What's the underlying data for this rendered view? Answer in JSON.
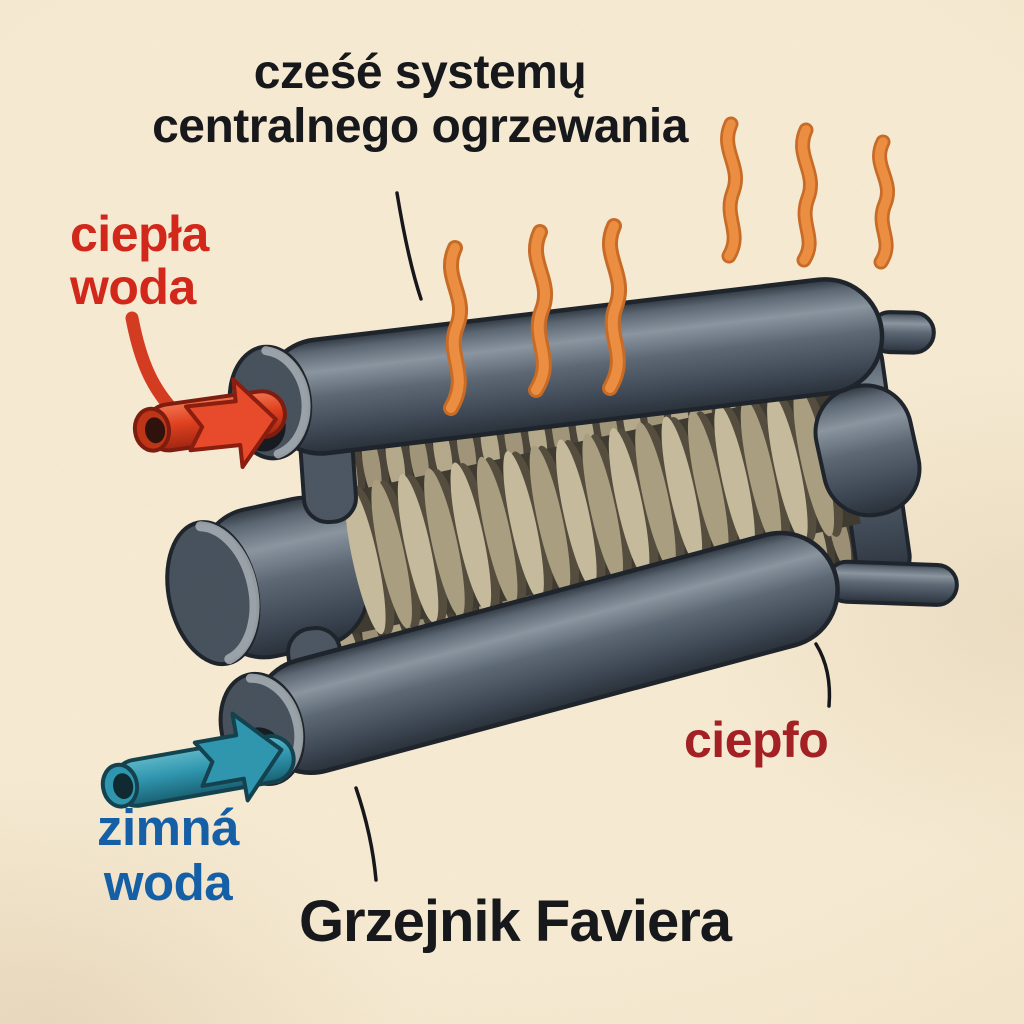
{
  "heading": {
    "line1": "cześé systemų",
    "line2": "centralnego ogrzewania"
  },
  "labels": {
    "hot_water": {
      "line1": "ciepła",
      "line2": "woda"
    },
    "cold_water": {
      "line1": "zimná",
      "line2": "woda"
    },
    "heat": {
      "text": "ciepfo"
    }
  },
  "caption": {
    "text": "Grzejnik Faviera"
  },
  "icons": {
    "heat_wave": "wavy-vertical-line x6",
    "hot_inlet_arrow": "block-arrow-right",
    "cold_inlet_arrow": "block-arrow-right"
  },
  "colors": {
    "background": "#f8ecd4",
    "heading_text": "#17181c",
    "hot_water_label": "#d2281b",
    "cold_water_label": "#155fa6",
    "heat_label": "#a32025",
    "heat_wave_orange": "#ee8f41",
    "radiator_body_gray": "#4d5864",
    "fin_tan": "#c0b496",
    "hot_pipe_red": "#e8492b",
    "cold_pipe_teal": "#2e97b1"
  }
}
